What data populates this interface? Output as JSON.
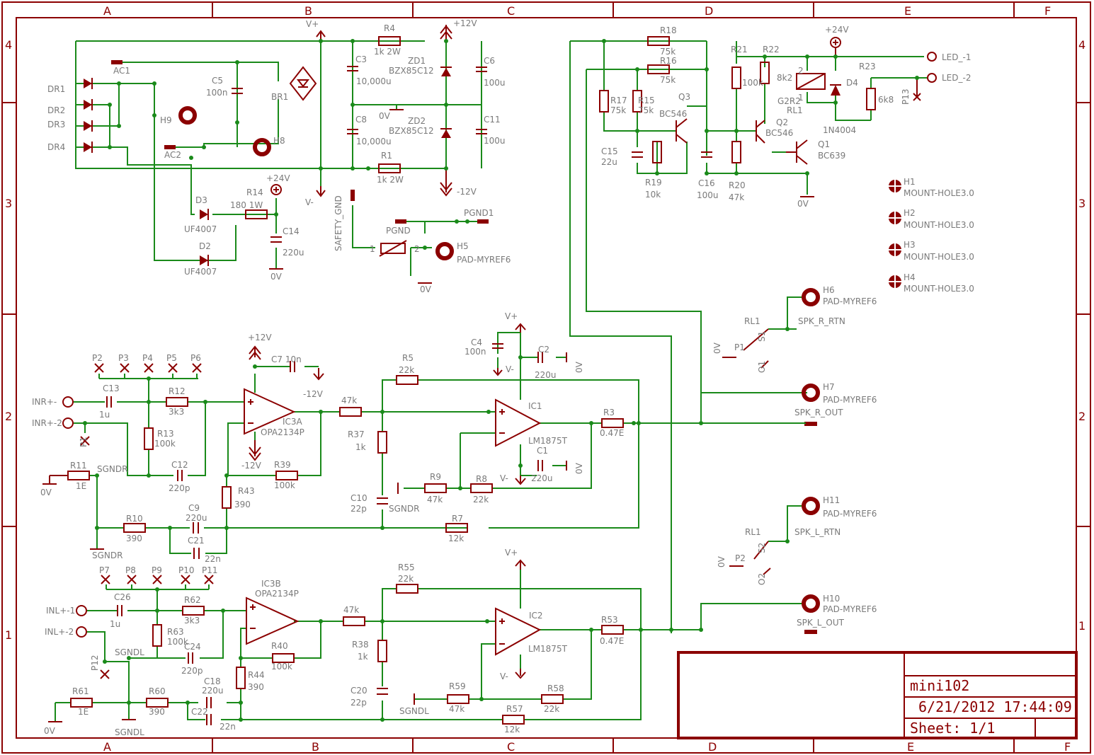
{
  "title_block": {
    "name": "mini102",
    "datetime": "6/21/2012 17:44:09",
    "sheet": "Sheet: 1/1"
  },
  "frame": {
    "columns": [
      "A",
      "B",
      "C",
      "D",
      "E",
      "F"
    ],
    "rows": [
      "4",
      "3",
      "2",
      "1"
    ]
  },
  "psu": {
    "r4": "R4",
    "r4v": "1k 2W",
    "r1": "R1",
    "r1v": "1k 2W",
    "c3": "C3",
    "c3v": "10,000u",
    "c8": "C8",
    "c8v": "10,000u",
    "c5": "C5",
    "c5v": "100n",
    "zd1": "ZD1",
    "zd1v": "BZX85C12",
    "zd2": "ZD2",
    "zd2v": "BZX85C12",
    "c6": "C6",
    "c6v": "100u",
    "c11": "C11",
    "c11v": "100u",
    "br1": "BR1",
    "ac1": "AC1",
    "ac2": "AC2",
    "ac1b": "AC1",
    "ac2b": "AC2",
    "dr1": "DR1",
    "dr2": "DR2",
    "dr3": "DR3",
    "dr4": "DR4",
    "h9": "H9",
    "h8": "H8",
    "vplus": "V+",
    "vminus": "V-",
    "p12": "+12V",
    "m12": "-12V",
    "zero": "0V",
    "p24": "+24V",
    "d3": "D3",
    "d3v": "UF4007",
    "d2": "D2",
    "d2v": "UF4007",
    "r14": "R14",
    "r14v": "180 1W",
    "c14": "C14",
    "c14v": "220u",
    "zero2": "0V",
    "safety": "SAFETY_GND",
    "pgnd1": "PGND1",
    "pgnd": "PGND",
    "h5": "H5",
    "h5v": "PAD-MYREF6",
    "pin1": "1",
    "pin2": "2",
    "zero3": "0V"
  },
  "protect": {
    "r18": "R18",
    "r18v": "75k",
    "r16": "R16",
    "r16v": "75k",
    "r17": "R17",
    "r17v": "75k",
    "r15": "R15",
    "r15v": "75k",
    "q3": "Q3",
    "q3v": "BC546",
    "c15": "C15",
    "c15v": "22u",
    "r19": "R19",
    "r19v": "10k",
    "c16": "C16",
    "c16v": "100u",
    "r20": "R20",
    "r20v": "47k",
    "r21": "R21",
    "r21v": "100k",
    "r22": "R22",
    "r22v": "8k2",
    "q2": "Q2",
    "q2v": "BC546",
    "q1": "Q1",
    "q1v": "BC639",
    "zero": "0V",
    "p24": "+24V",
    "rl1": "RL1",
    "g2r2": "G2R2",
    "d4": "D4",
    "d4v": "1N4004",
    "r23": "R23",
    "r23v": "6k8",
    "p13": "P13",
    "led1": "LED_-1",
    "led2": "LED_-2",
    "rl_pin1": "1",
    "rl_pin2": "2"
  },
  "holes": [
    {
      "name": "H1",
      "value": "MOUNT-HOLE3.0"
    },
    {
      "name": "H2",
      "value": "MOUNT-HOLE3.0"
    },
    {
      "name": "H3",
      "value": "MOUNT-HOLE3.0"
    },
    {
      "name": "H4",
      "value": "MOUNT-HOLE3.0"
    }
  ],
  "outputs": {
    "h6": "H6",
    "h6v": "PAD-MYREF6",
    "rl1a": "RL1",
    "spkrrtn": "SPK_R_RTN",
    "s1": "S1",
    "zeroA": "0V",
    "p1": "P1",
    "o1": "O1",
    "h7": "H7",
    "h7v": "PAD-MYREF6",
    "spkrout": "SPK_R_OUT",
    "h11": "H11",
    "h11v": "PAD-MYREF6",
    "rl1b": "RL1",
    "spkl_rtn": "SPK_L_RTN",
    "s2": "S2",
    "zeroB": "0V",
    "p2": "P2",
    "o2": "O2",
    "h10": "H10",
    "h10v": "PAD-MYREF6",
    "spkl_out": "SPK_L_OUT"
  },
  "right_ch": {
    "p2": "P2",
    "p3": "P3",
    "p4": "P4",
    "p5": "P5",
    "p6": "P6",
    "inr1": "INR+-",
    "inr2": "INR+-2",
    "p1": "P1",
    "c13": "C13",
    "c13v": "1u",
    "r12": "R12",
    "r12v": "3k3",
    "r13": "R13",
    "r13v": "100k",
    "r11": "R11",
    "r11v": "1E",
    "sgndr": "SGNDR",
    "zero": "0V",
    "c12": "C12",
    "c12v": "220p",
    "p12v": "+12V",
    "c7": "C7 10n",
    "m12v": "-12V",
    "ic3a": "IC3A",
    "ic3av": "OPA2134P",
    "m12b": "-12V",
    "r39": "R39",
    "r39v": "100k",
    "r43": "R43",
    "r43v": "390",
    "r10": "R10",
    "r10v": "390",
    "c9": "C9",
    "c9v": "220u",
    "c21": "C21",
    "c21v": "22n",
    "sgndr2": "SGNDR",
    "r47k": "47k",
    "r37": "R37",
    "r37v": "1k",
    "r5": "R5",
    "r5v": "22k",
    "c4": "C4",
    "c4v": "100n",
    "vplus": "V+",
    "vminus": "V-",
    "c2": "C2",
    "c2v": "220u",
    "zero2": "0V",
    "ic1": "IC1",
    "ic1v": "LM1875T",
    "c1": "C1",
    "c1v": "220u",
    "vminus2": "V-",
    "zero3": "0V",
    "r3": "R3",
    "r3v": "0.47E",
    "r9": "R9",
    "r9v": "47k",
    "r8": "R8",
    "r8v": "22k",
    "c10": "C10",
    "c10v": "22p",
    "sgndr3": "SGNDR",
    "r7": "R7",
    "r7v": "12k"
  },
  "left_ch": {
    "p7": "P7",
    "p8": "P8",
    "p9": "P9",
    "p10": "P10",
    "p11": "P11",
    "inl1": "INL+-1",
    "inl2": "INL+-2",
    "p12": "P12",
    "c26": "C26",
    "c26v": "1u",
    "r62": "R62",
    "r62v": "3k3",
    "r63": "R63",
    "r63v": "100k",
    "sgndl": "SGNDL",
    "c24": "C24",
    "c24v": "220p",
    "ic3b": "IC3B",
    "ic3bv": "OPA2134P",
    "r40": "R40",
    "r40v": "100k",
    "r44": "R44",
    "r44v": "390",
    "r61": "R61",
    "r61v": "1E",
    "zero": "0V",
    "r60": "R60",
    "r60v": "390",
    "c18": "C18",
    "c18v": "220u",
    "c22": "C22",
    "c22v": "22n",
    "sgndl2": "SGNDL",
    "r47k": "47k",
    "r38": "R38",
    "r38v": "1k",
    "r55": "R55",
    "r55v": "22k",
    "vplus": "V+",
    "ic2": "IC2",
    "ic2v": "LM1875T",
    "vminus": "V-",
    "r53": "R53",
    "r53v": "0.47E",
    "r59": "R59",
    "r59v": "47k",
    "r58": "R58",
    "r58v": "22k",
    "c20": "C20",
    "c20v": "22p",
    "sgndl3": "SGNDL",
    "r57": "R57",
    "r57v": "12k"
  }
}
